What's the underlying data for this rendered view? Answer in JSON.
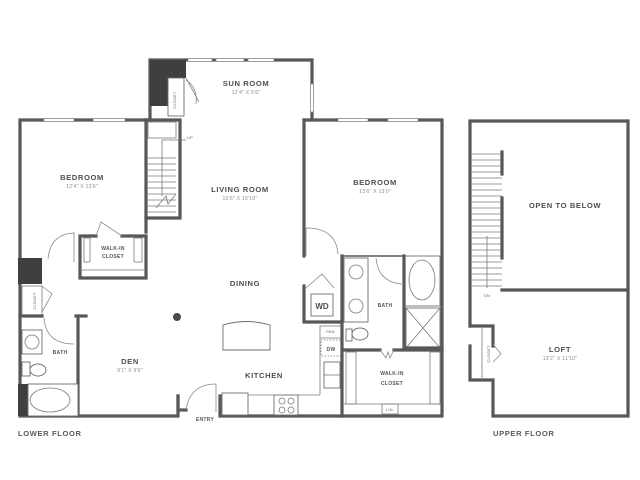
{
  "plan": {
    "floors": {
      "lower": {
        "label": "LOWER FLOOR"
      },
      "upper": {
        "label": "UPPER FLOOR"
      }
    },
    "rooms": {
      "sun_room": {
        "name": "SUN ROOM",
        "dims": "12'4\" X 5'6\""
      },
      "bedroom_1": {
        "name": "BEDROOM",
        "dims": "12'4\" X 13'6\""
      },
      "living_room": {
        "name": "LIVING ROOM",
        "dims": "15'6\" X 15'10\""
      },
      "bedroom_2": {
        "name": "BEDROOM",
        "dims": "13'6\" X 13'0\""
      },
      "dining": {
        "name": "DINING"
      },
      "den": {
        "name": "DEN",
        "dims": "9'1\" X 9'6\""
      },
      "kitchen": {
        "name": "KITCHEN"
      },
      "bath_1": {
        "name": "BATH"
      },
      "bath_2": {
        "name": "BATH"
      },
      "walk_in_closet_1": {
        "name_line1": "WALK-IN",
        "name_line2": "CLOSET"
      },
      "walk_in_closet_2": {
        "name_line1": "WALK-IN",
        "name_line2": "CLOSET"
      },
      "open_to_below": {
        "name": "OPEN TO BELOW"
      },
      "loft": {
        "name": "LOFT",
        "dims": "13'2\" X 11'10\""
      },
      "entry": {
        "name": "ENTRY"
      }
    },
    "labels": {
      "closet_sun": "CLOSET",
      "closet_den": "CLOSET",
      "closet_loft": "CLOSET",
      "stairs_up": "UP",
      "stairs_down": "DN",
      "washer_dryer": "WD",
      "pantry": "PAN.",
      "dishwasher": "DW",
      "linen": "LIN."
    },
    "colors": {
      "wall": "#58585a",
      "solid_column": "#3f3f41",
      "label_text": "#4e4e50",
      "dim_text": "#8e8e90"
    }
  }
}
